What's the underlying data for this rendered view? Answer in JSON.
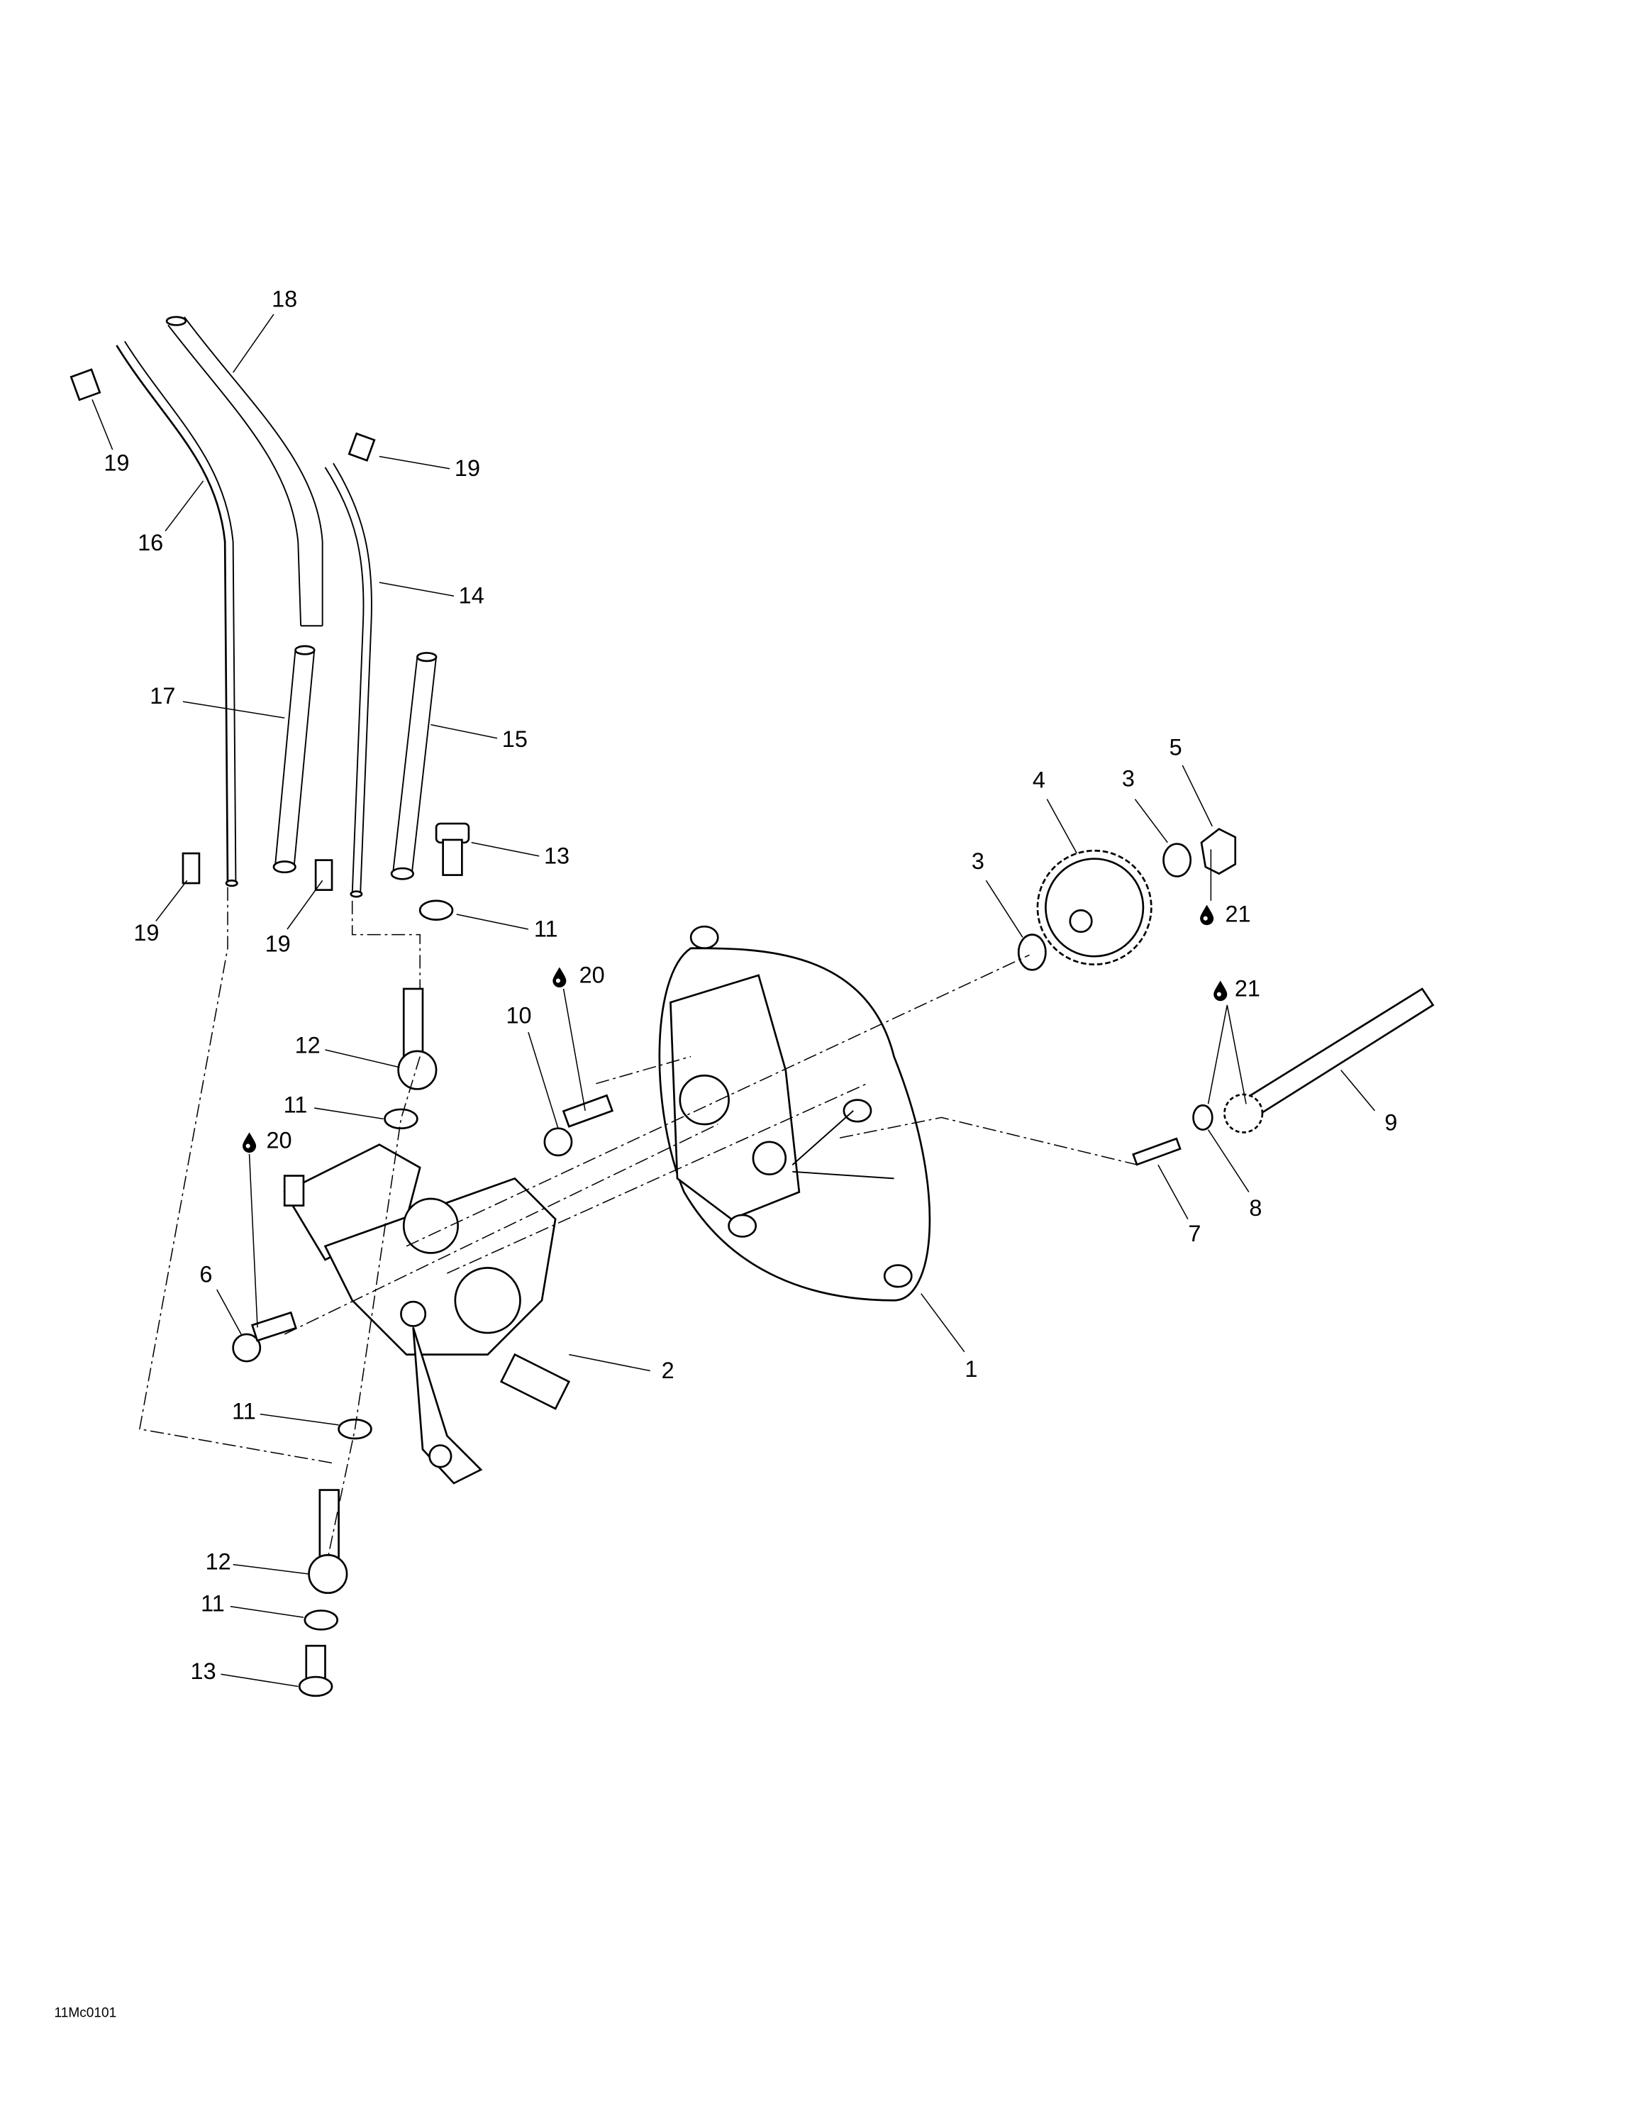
{
  "diagram": {
    "title": "Oil pump exploded parts diagram",
    "drawing_code": "11Mc0101",
    "callouts": [
      {
        "num": "18"
      },
      {
        "num": "19"
      },
      {
        "num": "16"
      },
      {
        "num": "19"
      },
      {
        "num": "14"
      },
      {
        "num": "17"
      },
      {
        "num": "15"
      },
      {
        "num": "13"
      },
      {
        "num": "11"
      },
      {
        "num": "19"
      },
      {
        "num": "19"
      },
      {
        "num": "20"
      },
      {
        "num": "10"
      },
      {
        "num": "12"
      },
      {
        "num": "11"
      },
      {
        "num": "20"
      },
      {
        "num": "6"
      },
      {
        "num": "2"
      },
      {
        "num": "11"
      },
      {
        "num": "12"
      },
      {
        "num": "11"
      },
      {
        "num": "13"
      },
      {
        "num": "1"
      },
      {
        "num": "7"
      },
      {
        "num": "8"
      },
      {
        "num": "9"
      },
      {
        "num": "21"
      },
      {
        "num": "3"
      },
      {
        "num": "4"
      },
      {
        "num": "3"
      },
      {
        "num": "5"
      },
      {
        "num": "21"
      }
    ]
  }
}
